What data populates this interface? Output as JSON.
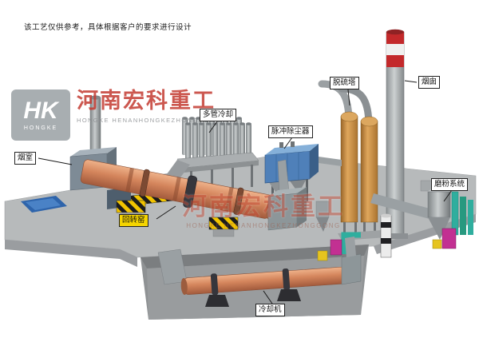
{
  "disclaimer": "该工艺仅供参考，具体根据客户的要求进行设计",
  "watermark": {
    "monogram": "HK",
    "monogram_sub": "HONGKE",
    "brand_cn": "河南宏科重工",
    "brand_en": "HONGKE HENANHONGKEZHONGGONG"
  },
  "labels": {
    "smoke_chamber": "烟室",
    "rotary_kiln": "回转窑",
    "multi_tube_cooler": "多管冷却",
    "pulse_dust_collector": "脉冲除尘器",
    "desulfurization_tower": "脱硫塔",
    "chimney": "烟囱",
    "grinding_system": "磨粉系统",
    "cooling_machine": "冷却机"
  },
  "colors": {
    "kiln_salmon": "#d4855c",
    "dust_collector_blue": "#4f80b9",
    "tower_orange": "#e0a75c",
    "chimney_red": "#c3292b",
    "hazard_yellow": "#f2c400",
    "label_yellow": "#f5d500",
    "watermark_red": "#c43c32",
    "platform_gray": "#b7babb",
    "teal_pipe": "#2fae9e",
    "magenta_equipment": "#c23092"
  }
}
